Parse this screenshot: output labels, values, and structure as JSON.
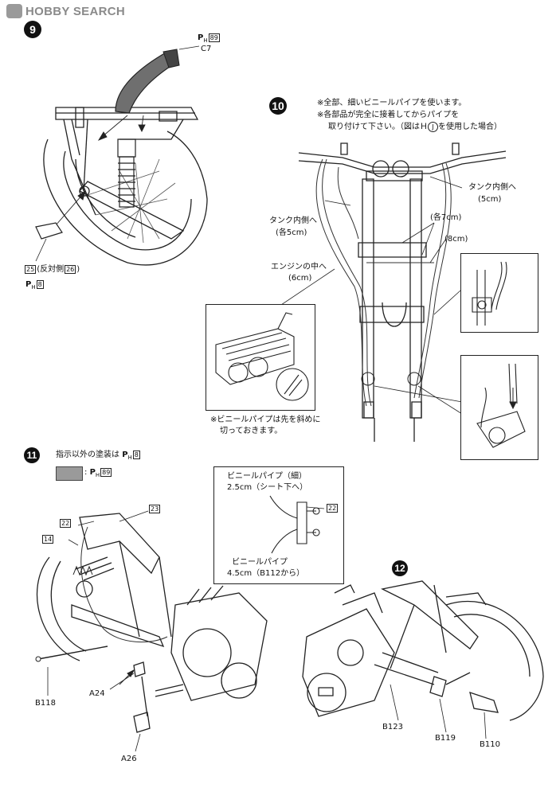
{
  "watermark": {
    "brand": "HOBBY SEARCH"
  },
  "step9": {
    "number": "9",
    "paint_ref_prefix": "P",
    "paint_ref_sub": "H",
    "paint_ref_number": "89",
    "part_c7": "C7",
    "part_25": "25",
    "opposite_side": "(反対側",
    "part_26": "26",
    "paint_ref_2_number": "8"
  },
  "step10": {
    "number": "10",
    "note_line1": "※全部、細いビニールパイプを使います。",
    "note_line2": "※各部品が完全に接着してからパイプを",
    "note_line3": "取り付けて下さい。（図はＨ",
    "note_line3_circled": "J",
    "note_line3_end": "を使用した場合）",
    "label_tank_inner_right": "タンク内側へ",
    "label_tank_inner_right_len": "(5cm)",
    "label_tank_inner_left": "タンク内側へ",
    "label_tank_inner_left_len": "(各5cm)",
    "label_each7": "(各7cm)",
    "label_8cm": "(8cm)",
    "label_engine": "エンジンの中へ",
    "label_engine_len": "(6cm)",
    "cut_note_line1": "※ビニールパイプは先を斜めに",
    "cut_note_line2": "切っておきます。"
  },
  "step11": {
    "number": "11",
    "paint_note": "指示以外の塗装は",
    "paint_note_ref": "8",
    "swatch_ref": "89",
    "part_22": "22",
    "part_23": "23",
    "part_14": "14",
    "inset_line1": "ビニールパイプ（細）",
    "inset_line2": "2.5cm（シート下へ）",
    "inset_line3": "ビニールパイプ",
    "inset_line4": "4.5cm（B112から）",
    "inset_part_22": "22",
    "part_b118": "B118",
    "part_a24": "A24",
    "part_a26": "A26"
  },
  "step12": {
    "number": "12",
    "part_b123": "B123",
    "part_b119": "B119",
    "part_b110": "B110"
  }
}
